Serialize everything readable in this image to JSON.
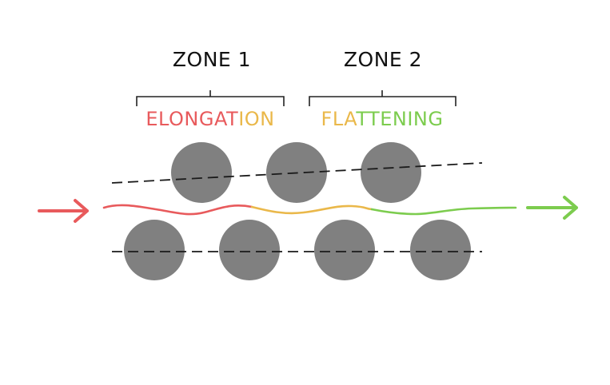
{
  "zones": [
    {
      "title": "ZONE 1"
    },
    {
      "title": "ZONE 2"
    }
  ],
  "stages": {
    "elongation": {
      "part1": "ELONGAT",
      "part2": "ION"
    },
    "flattening": {
      "part1": "FLA",
      "part2": "TTENING"
    }
  },
  "colors": {
    "red": "#e85a5c",
    "amber": "#eab84a",
    "green": "#7ccc4e",
    "roller": "#808080",
    "dash": "#1a1a1a"
  },
  "rollers": {
    "top_count": 3,
    "bottom_count": 4
  },
  "icons": {
    "input_arrow": "arrow-right-icon",
    "output_arrow": "arrow-right-icon"
  }
}
